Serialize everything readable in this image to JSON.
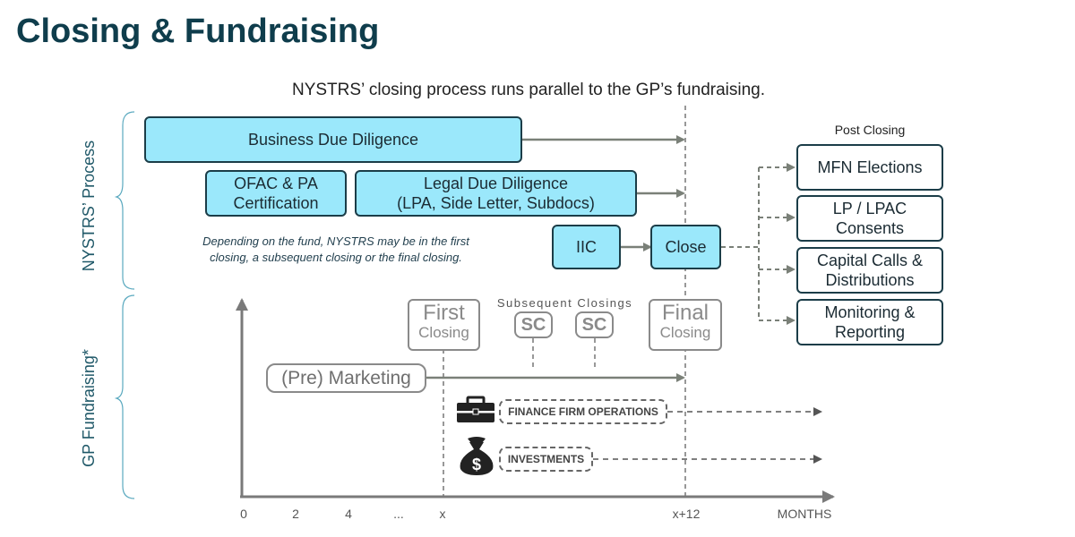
{
  "title": "Closing & Fundraising",
  "subtitle": "NYSTRS’ closing process runs parallel to the GP’s fundraising.",
  "side_labels": {
    "process": "NYSTRS’ Process",
    "fundraising": "GP Fundraising*"
  },
  "process": {
    "business_dd": "Business Due Diligence",
    "ofac_line1": "OFAC & PA",
    "ofac_line2": "Certification",
    "legal_line1": "Legal Due Diligence",
    "legal_line2": "(LPA, Side Letter, Subdocs)",
    "iic": "IIC",
    "close": "Close",
    "note_line1": "Depending on the fund, NYSTRS may be in the first",
    "note_line2": "closing, a subsequent closing or the final closing."
  },
  "post_closing": {
    "heading": "Post Closing",
    "items": [
      {
        "line1": "MFN Elections",
        "line2": ""
      },
      {
        "line1": "LP / LPAC",
        "line2": "Consents"
      },
      {
        "line1": "Capital Calls &",
        "line2": "Distributions"
      },
      {
        "line1": "Monitoring &",
        "line2": "Reporting"
      }
    ]
  },
  "fundraising": {
    "first_closing_big": "First",
    "first_closing_small": "Closing",
    "final_closing_big": "Final",
    "final_closing_small": "Closing",
    "subsequent_label": "Subsequent Closings",
    "sc": "SC",
    "pre_marketing": "(Pre) Marketing",
    "finance_ops": "FINANCE FIRM OPERATIONS",
    "investments": "INVESTMENTS"
  },
  "axis": {
    "ticks": [
      "0",
      "2",
      "4",
      "...",
      "x",
      "x+12"
    ],
    "unit": "MONTHS"
  },
  "colors": {
    "title": "#0f3d4c",
    "box_fill": "#9be8fb",
    "box_border": "#1b3d48",
    "gray": "#8a8a8a",
    "arrow": "#7a8078"
  },
  "icons": {
    "briefcase": "briefcase-icon",
    "money_bag": "money-bag-icon"
  }
}
